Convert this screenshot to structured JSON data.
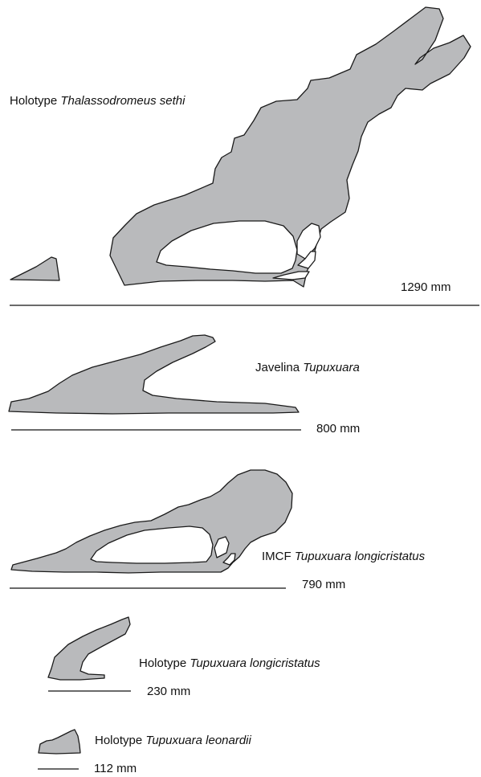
{
  "specimens": [
    {
      "prefix": "Holotype",
      "taxon": "Thalassodromeus sethi",
      "scale": "1290 mm"
    },
    {
      "prefix": "Javelina",
      "taxon": "Tupuxuara",
      "scale": "800 mm"
    },
    {
      "prefix": "IMCF",
      "taxon": "Tupuxuara longicristatus",
      "scale": "790 mm"
    },
    {
      "prefix": "Holotype",
      "taxon": "Tupuxuara longicristatus",
      "scale": "230 mm"
    },
    {
      "prefix": "Holotype",
      "taxon": "Tupuxuara leonardii",
      "scale": "112 mm"
    }
  ],
  "colors": {
    "skull_fill": "#b9babc",
    "outline": "#1a1a1a"
  }
}
